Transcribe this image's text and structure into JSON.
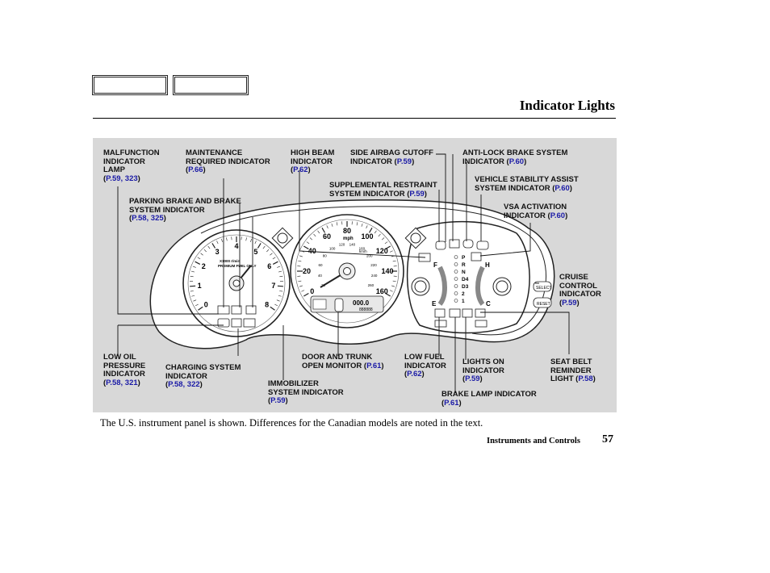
{
  "header": {
    "title": "Indicator Lights"
  },
  "labels": {
    "malfunction": {
      "lines": [
        "MALFUNCTION",
        "INDICATOR",
        "LAMP"
      ],
      "refs": [
        "59",
        "323"
      ]
    },
    "maintenance": {
      "lines": [
        "MAINTENANCE",
        "REQUIRED INDICATOR"
      ],
      "refs": [
        "66"
      ]
    },
    "high_beam": {
      "lines": [
        "HIGH BEAM",
        "INDICATOR"
      ],
      "refs": [
        "62"
      ]
    },
    "side_airbag": {
      "lines": [
        "SIDE AIRBAG CUTOFF",
        "INDICATOR"
      ],
      "refs": [
        "59"
      ]
    },
    "abs": {
      "lines": [
        "ANTI-LOCK BRAKE SYSTEM",
        "INDICATOR"
      ],
      "refs": [
        "60"
      ]
    },
    "supplemental": {
      "lines": [
        "SUPPLEMENTAL RESTRAINT",
        "SYSTEM INDICATOR"
      ],
      "refs": [
        "59"
      ]
    },
    "vsa": {
      "lines": [
        "VEHICLE STABILITY ASSIST",
        "SYSTEM INDICATOR"
      ],
      "refs": [
        "60"
      ]
    },
    "parking_brake": {
      "lines": [
        "PARKING BRAKE AND BRAKE",
        "SYSTEM INDICATOR"
      ],
      "refs": [
        "58",
        "325"
      ]
    },
    "vsa_activation": {
      "lines": [
        "VSA ACTIVATION",
        "INDICATOR"
      ],
      "refs": [
        "60"
      ]
    },
    "cruise": {
      "lines": [
        "CRUISE",
        "CONTROL",
        "INDICATOR"
      ],
      "refs": [
        "59"
      ]
    },
    "low_oil": {
      "lines": [
        "LOW OIL",
        "PRESSURE",
        "INDICATOR"
      ],
      "refs": [
        "58",
        "321"
      ]
    },
    "charging": {
      "lines": [
        "CHARGING SYSTEM",
        "INDICATOR"
      ],
      "refs": [
        "58",
        "322"
      ]
    },
    "immobilizer": {
      "lines": [
        "IMMOBILIZER",
        "SYSTEM INDICATOR"
      ],
      "refs": [
        "59"
      ]
    },
    "door_trunk": {
      "lines": [
        "DOOR AND TRUNK",
        "OPEN MONITOR"
      ],
      "refs": [
        "61"
      ]
    },
    "low_fuel": {
      "lines": [
        "LOW FUEL",
        "INDICATOR"
      ],
      "refs": [
        "62"
      ]
    },
    "lights_on": {
      "lines": [
        "LIGHTS ON",
        "INDICATOR"
      ],
      "refs": [
        "59"
      ]
    },
    "seat_belt": {
      "lines": [
        "SEAT BELT",
        "REMINDER",
        "LIGHT"
      ],
      "refs": [
        "58"
      ]
    },
    "brake_lamp": {
      "lines": [
        "BRAKE LAMP INDICATOR"
      ],
      "refs": [
        "61"
      ]
    }
  },
  "instrument": {
    "tach_numbers": [
      "0",
      "1",
      "2",
      "3",
      "4",
      "5",
      "6",
      "7",
      "8"
    ],
    "speedo_mph": [
      "0",
      "20",
      "40",
      "60",
      "80",
      "100",
      "120",
      "140",
      "160"
    ],
    "speedo_small": [
      "20",
      "40",
      "60",
      "80",
      "100",
      "120",
      "140",
      "160",
      "200",
      "220",
      "240",
      "260"
    ],
    "mph_label": "mph",
    "kmh_label": "km/h",
    "tach_caption": "X1000 r/min",
    "fuel_caption": "PREMIUM FUEL ONLY",
    "gear": [
      "P",
      "R",
      "N",
      "D4",
      "D3",
      "2",
      "1"
    ],
    "fuel_letters": [
      "F",
      "E"
    ],
    "temp_letters": [
      "H",
      "C"
    ],
    "odometer": "000.0",
    "trip": "888888",
    "cruise_buttons": [
      "SELECT",
      "RESET"
    ]
  },
  "caption": "The U.S. instrument panel is shown. Differences for the Canadian models are noted in the text.",
  "footer": {
    "section": "Instruments and Controls",
    "page": "57"
  }
}
